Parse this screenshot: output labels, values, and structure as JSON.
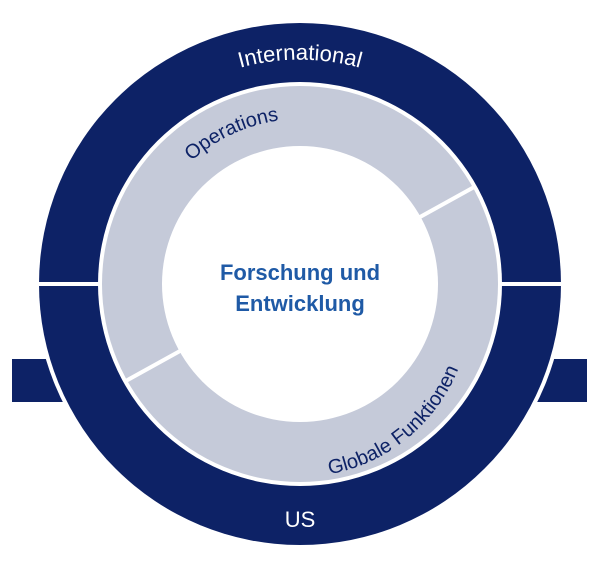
{
  "colors": {
    "outer_ring": "#0D2266",
    "inner_ring": "#C5CAD9",
    "center": "#FFFFFF",
    "center_text": "#1F5AA6",
    "inner_ring_text": "#0D2266",
    "outer_ring_text": "#FFFFFF"
  },
  "outer_ring": {
    "top_label": "International",
    "bottom_label": "US"
  },
  "inner_ring": {
    "segments": [
      {
        "label": "Operations"
      },
      {
        "label": "Globale Funktionen"
      }
    ]
  },
  "center": {
    "line1": "Forschung und",
    "line2": "Entwicklung"
  }
}
